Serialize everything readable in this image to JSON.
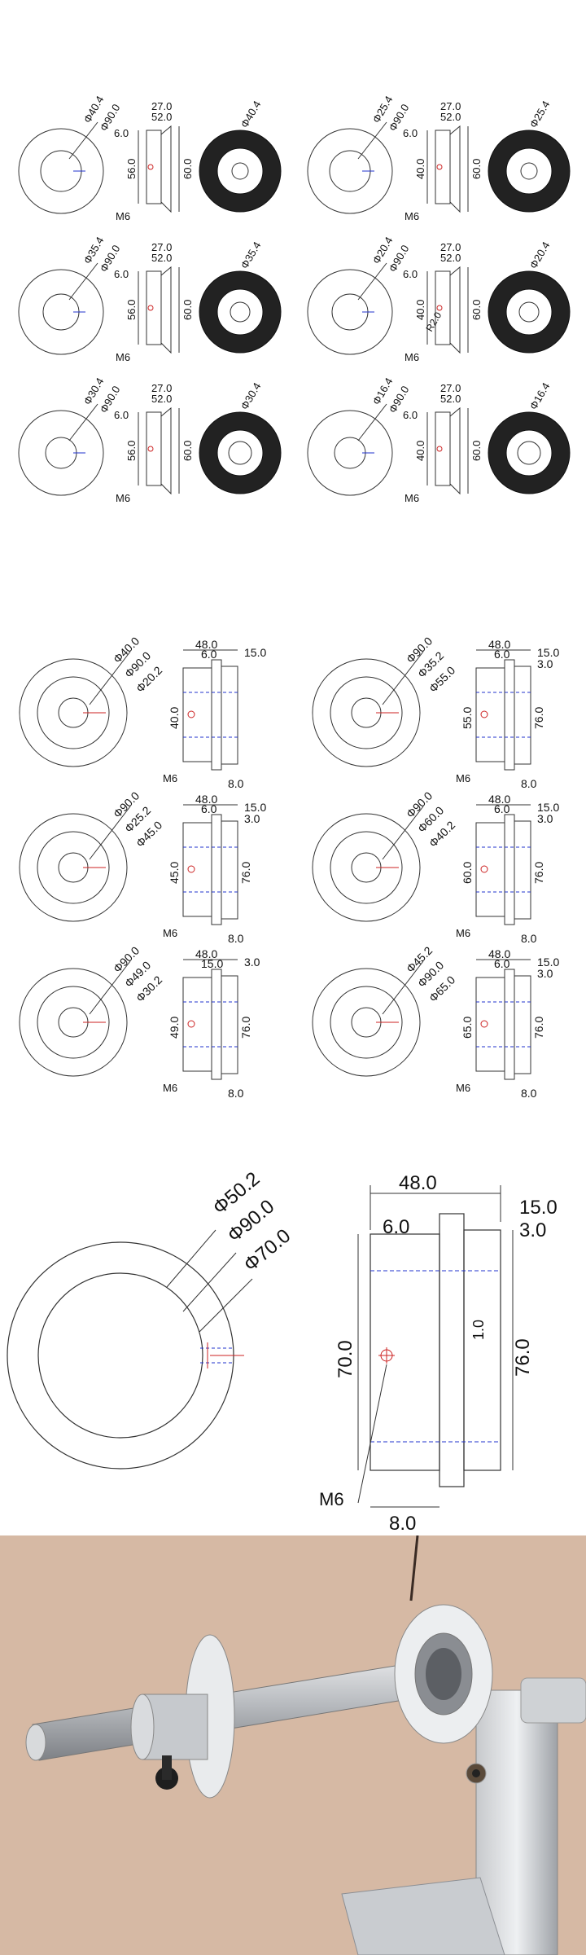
{
  "small_sheet": {
    "parts": [
      {
        "shaft_dia": "Φ40.4",
        "outer_dia": "Φ90.0",
        "top_dims": [
          "27.0",
          "52.0"
        ],
        "hole_offset": "6.0",
        "height_outer": "60.0",
        "height_inner": "56.0",
        "thread": "M6",
        "shaft_dia_brush": "Φ40.4"
      },
      {
        "shaft_dia": "Φ35.4",
        "outer_dia": "Φ90.0",
        "top_dims": [
          "27.0",
          "52.0"
        ],
        "hole_offset": "6.0",
        "height_outer": "60.0",
        "height_inner": "56.0",
        "thread": "M6",
        "shaft_dia_brush": "Φ35.4"
      },
      {
        "shaft_dia": "Φ30.4",
        "outer_dia": "Φ90.0",
        "top_dims": [
          "27.0",
          "52.0"
        ],
        "hole_offset": "6.0",
        "height_outer": "60.0",
        "height_inner": "56.0",
        "thread": "M6",
        "shaft_dia_brush": "Φ30.4"
      },
      {
        "shaft_dia": "Φ25.4",
        "outer_dia": "Φ90.0",
        "top_dims": [
          "27.0",
          "52.0"
        ],
        "hole_offset": "6.0",
        "height_outer": "60.0",
        "height_inner": "40.0",
        "thread": "M6",
        "shaft_dia_brush": "Φ25.4"
      },
      {
        "shaft_dia": "Φ20.4",
        "outer_dia": "Φ90.0",
        "top_dims": [
          "27.0",
          "52.0"
        ],
        "hole_offset": "6.0",
        "height_outer": "60.0",
        "height_inner": "40.0",
        "thread": "M6",
        "shaft_dia_brush": "Φ20.4",
        "radius": "R2.0"
      },
      {
        "shaft_dia": "Φ16.4",
        "outer_dia": "Φ90.0",
        "top_dims": [
          "27.0",
          "52.0"
        ],
        "hole_offset": "6.0",
        "height_outer": "60.0",
        "height_inner": "40.0",
        "thread": "M6",
        "shaft_dia_brush": "Φ16.4"
      }
    ]
  },
  "medium_sheet": {
    "parts": [
      {
        "labels": [
          "Φ40.0",
          "Φ90.0",
          "Φ20.2"
        ],
        "top": [
          "48.0",
          "6.0",
          "15.0"
        ],
        "height": "40.0",
        "thread": "M6",
        "bottom": "8.0"
      },
      {
        "labels": [
          "Φ90.0",
          "Φ35.2",
          "Φ55.0"
        ],
        "top": [
          "48.0",
          "6.0",
          "15.0",
          "3.0"
        ],
        "height": "55.0",
        "height_total": "76.0",
        "thread": "M6",
        "bottom": "8.0"
      },
      {
        "labels": [
          "Φ90.0",
          "Φ25.2",
          "Φ45.0"
        ],
        "top": [
          "48.0",
          "6.0",
          "15.0",
          "3.0"
        ],
        "height": "45.0",
        "height_total": "76.0",
        "thread": "M6",
        "bottom": "8.0"
      },
      {
        "labels": [
          "Φ90.0",
          "Φ60.0",
          "Φ40.2"
        ],
        "top": [
          "48.0",
          "6.0",
          "15.0",
          "3.0"
        ],
        "height": "60.0",
        "height_total": "76.0",
        "thread": "M6",
        "bottom": "8.0"
      },
      {
        "labels": [
          "Φ90.0",
          "Φ49.0",
          "Φ30.2"
        ],
        "top": [
          "48.0",
          "15.0",
          "3.0"
        ],
        "height": "49.0",
        "height_total": "76.0",
        "thread": "M6",
        "bottom": "8.0"
      },
      {
        "labels": [
          "Φ45.2",
          "Φ90.0",
          "Φ65.0"
        ],
        "top": [
          "48.0",
          "6.0",
          "15.0",
          "3.0"
        ],
        "height": "65.0",
        "height_total": "76.0",
        "thread": "M6",
        "bottom": "8.0"
      }
    ]
  },
  "large_sheet": {
    "labels": [
      "Φ50.2",
      "Φ90.0",
      "Φ70.0"
    ],
    "top": [
      "48.0",
      "15.0",
      "6.0",
      "3.0"
    ],
    "height": "70.0",
    "height_total": "76.0",
    "inner_offset": "1.0",
    "thread": "M6",
    "bottom": "8.0"
  },
  "colors": {
    "line": "#333333",
    "hidden_line": "#2233cc",
    "center_mark": "#cc2222",
    "wall": "#d6b9a4",
    "metal": "#b9bcc0"
  }
}
